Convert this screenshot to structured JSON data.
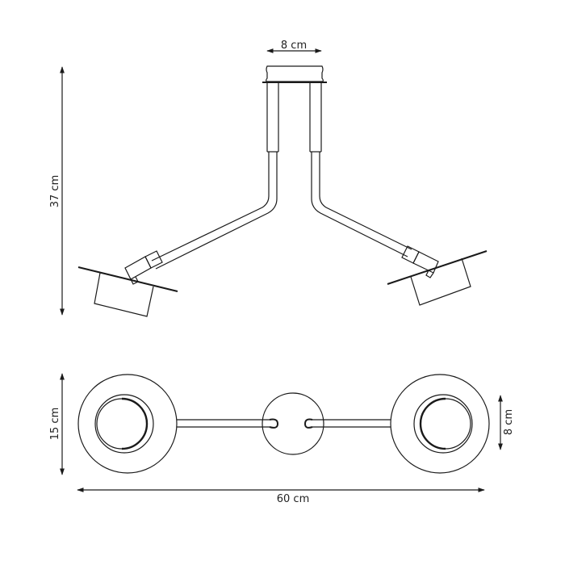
{
  "drawing": {
    "title": "Ceiling lamp technical drawing",
    "line_color": "#1a1a1a",
    "dimensions": {
      "canopy_width": "8 cm",
      "total_height": "37 cm",
      "depth": "15 cm",
      "shade_diameter": "8 cm",
      "total_width": "60 cm"
    },
    "views": [
      "side-view",
      "top-view"
    ]
  }
}
